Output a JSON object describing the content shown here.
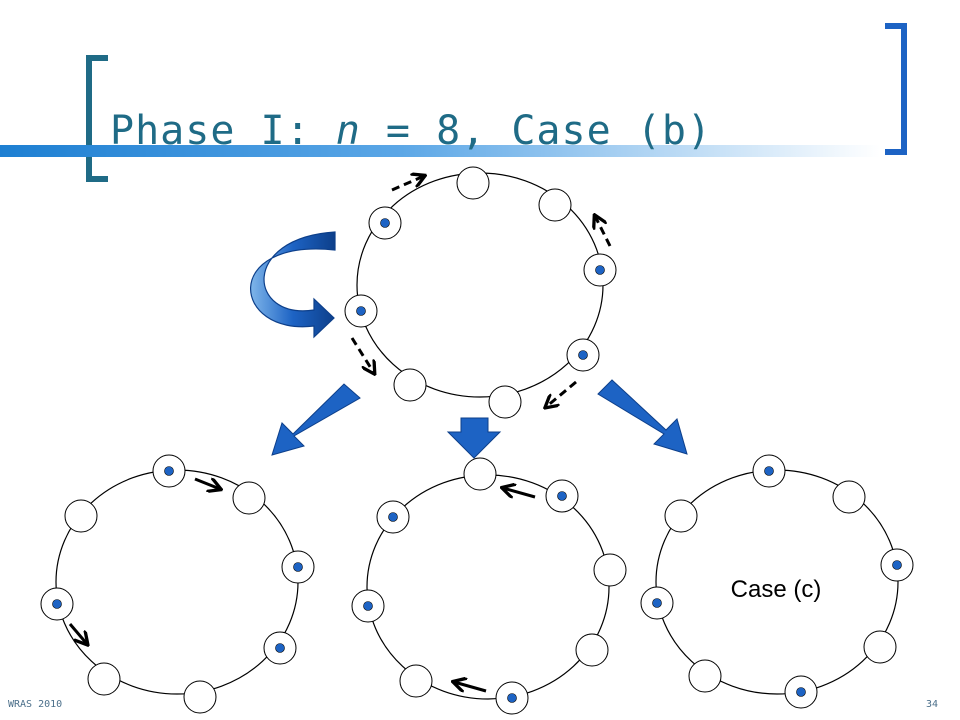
{
  "slide": {
    "title_prefix": "Phase I: ",
    "title_n": "n",
    "title_suffix": " = 8, Case (b)",
    "footer_left": "WRAS 2010",
    "page_number": "34"
  },
  "diagram": {
    "case_label": "Case (c)",
    "colors": {
      "node_dot": "#1d63c4",
      "arrow_fill": "#1d63c4",
      "title": "#1f6b86"
    }
  }
}
